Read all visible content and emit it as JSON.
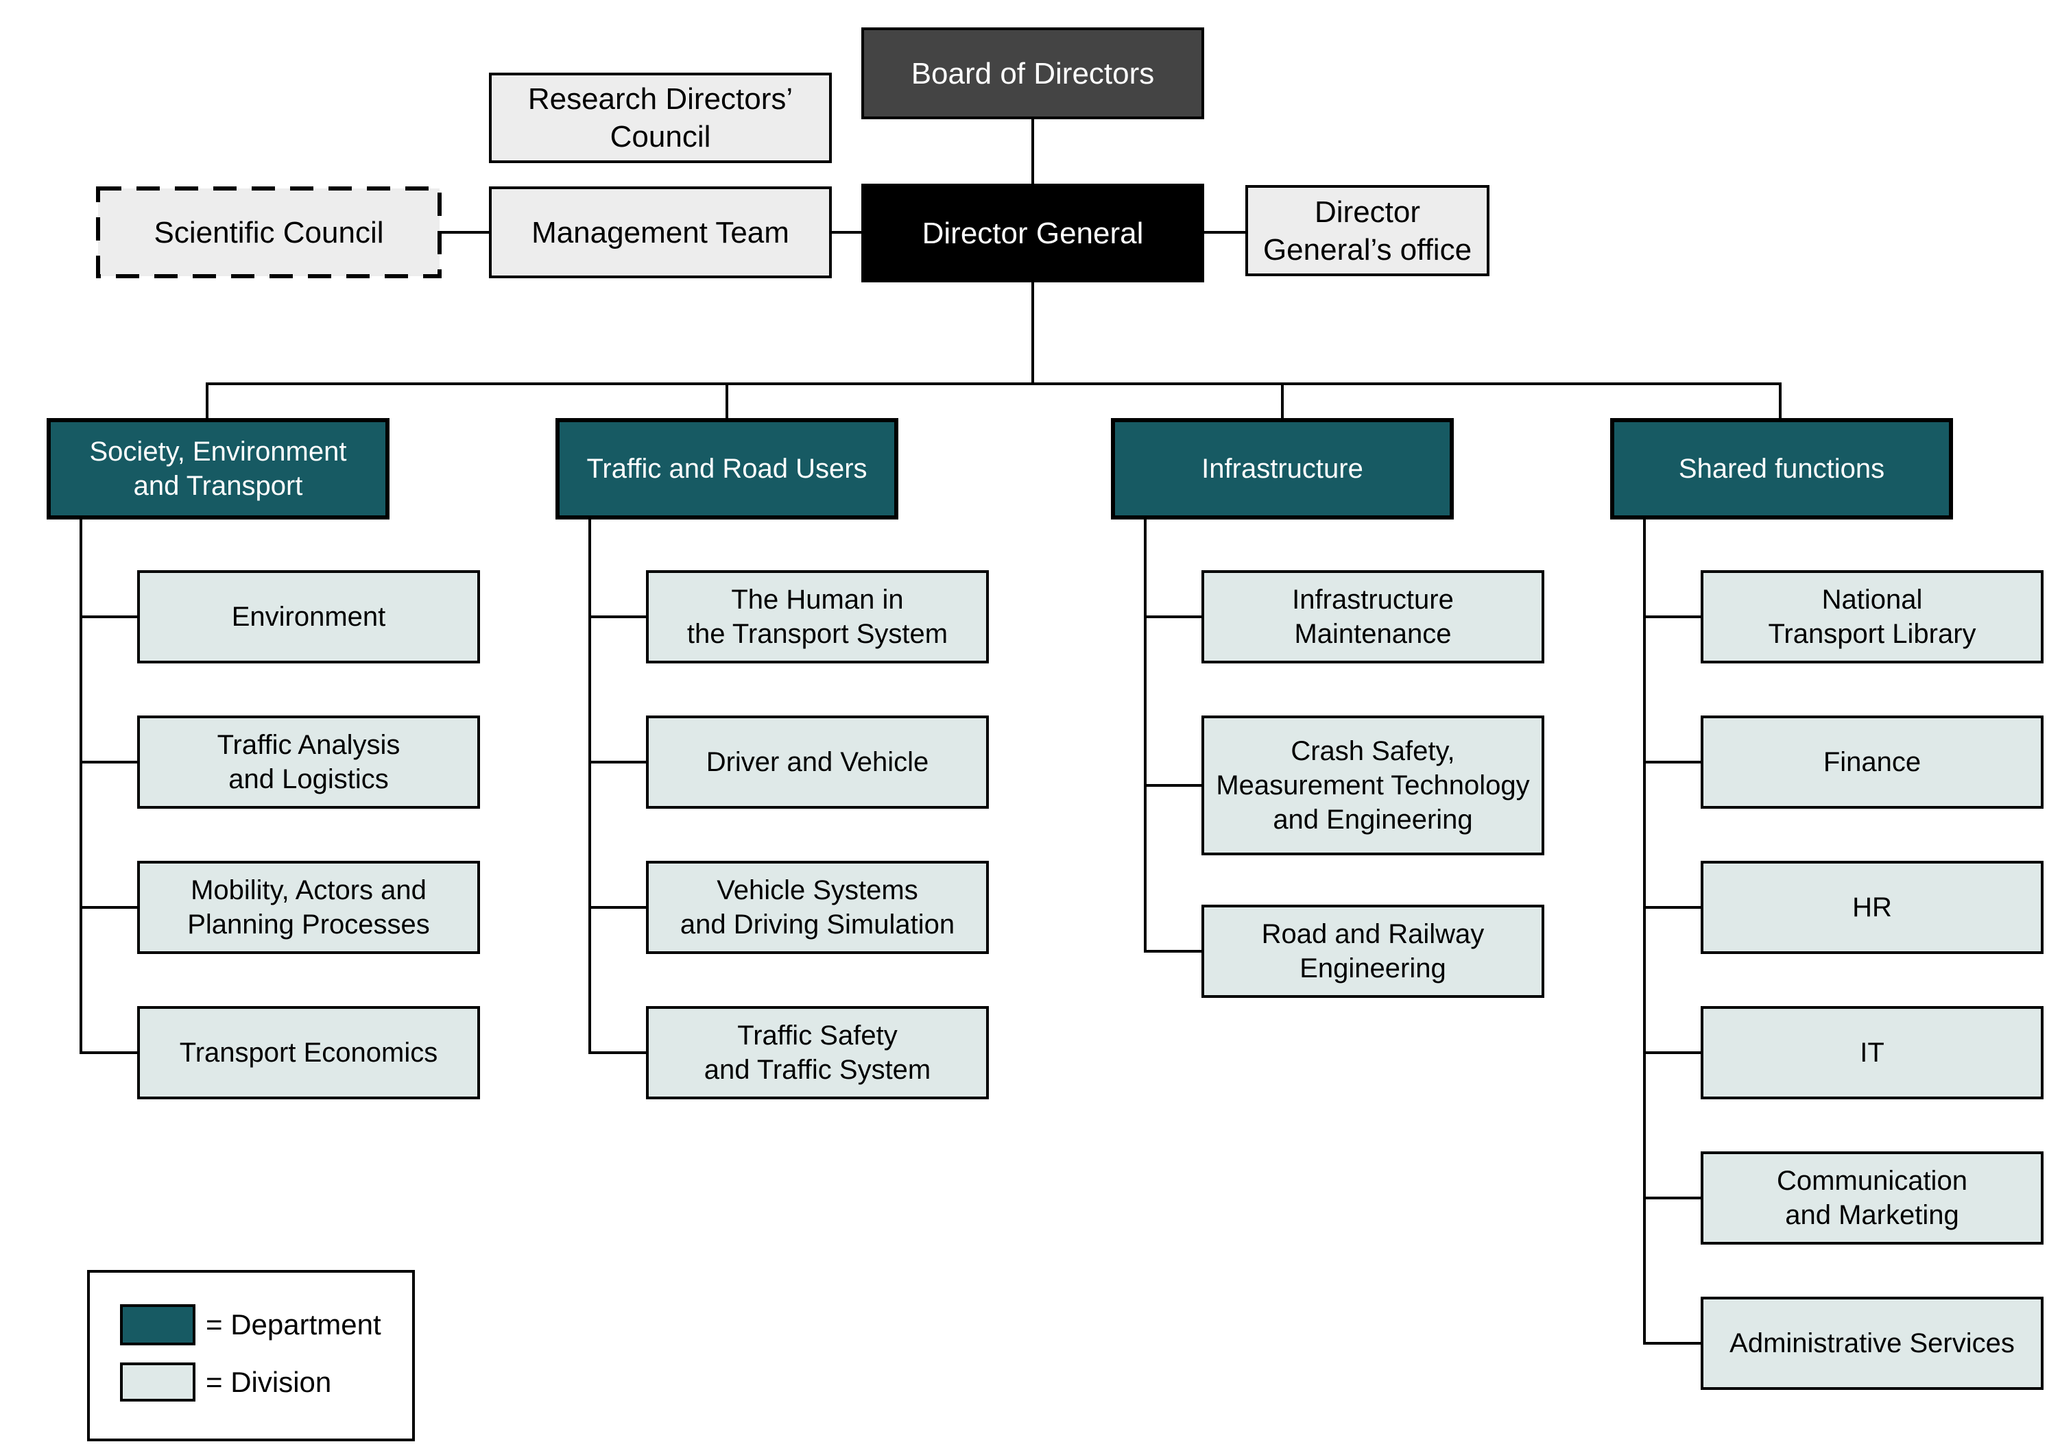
{
  "colors": {
    "department_fill": "#175A63",
    "division_fill": "#DFE9E8",
    "board_fill": "#444444",
    "director_general_fill": "#000000",
    "support_fill": "#EDEDED",
    "line": "#000000",
    "background": "#FFFFFF"
  },
  "top_cluster": {
    "board_of_directors": "Board of Directors",
    "research_directors_council": "Research Directors’\nCouncil",
    "scientific_council": "Scientific Council",
    "management_team": "Management Team",
    "director_general": "Director General",
    "director_generals_office": "Director\nGeneral’s office"
  },
  "departments": [
    {
      "label": "Society, Environment\nand Transport",
      "divisions": [
        "Environment",
        "Traffic Analysis\nand Logistics",
        "Mobility, Actors and\nPlanning Processes",
        "Transport Economics"
      ]
    },
    {
      "label": "Traffic and Road Users",
      "divisions": [
        "The Human in\nthe Transport System",
        "Driver and Vehicle",
        "Vehicle Systems\nand Driving Simulation",
        "Traffic Safety\nand Traffic System"
      ]
    },
    {
      "label": "Infrastructure",
      "divisions": [
        "Infrastructure\nMaintenance",
        "Crash Safety,\nMeasurement Technology\nand Engineering",
        "Road and Railway\nEngineering"
      ]
    },
    {
      "label": "Shared functions",
      "divisions": [
        "National\nTransport Library",
        "Finance",
        "HR",
        "IT",
        "Communication\nand Marketing",
        "Administrative Services"
      ]
    }
  ],
  "legend": {
    "department_label": "= Department",
    "division_label": "= Division"
  }
}
